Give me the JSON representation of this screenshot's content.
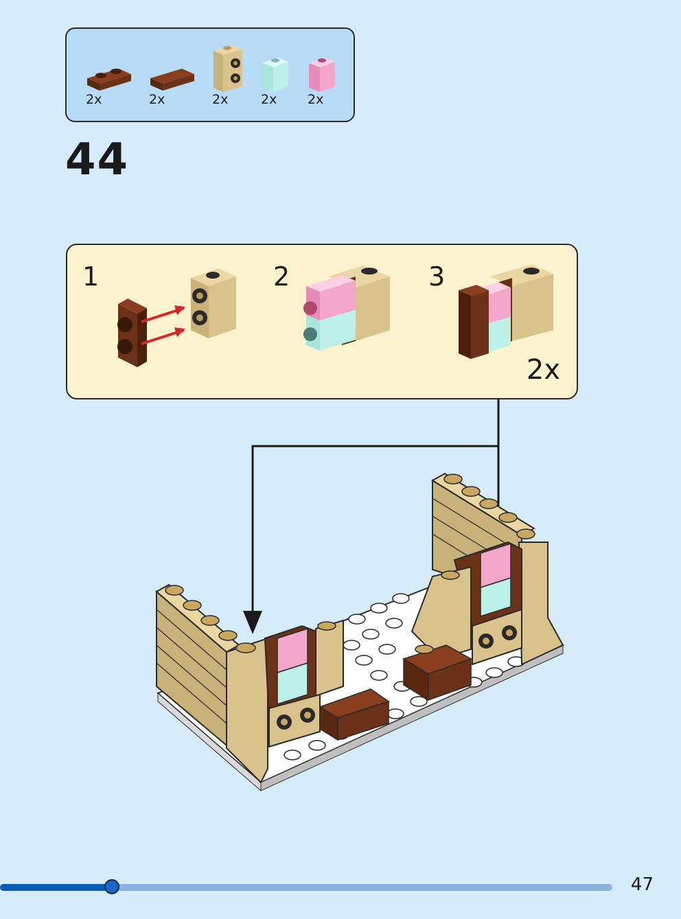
{
  "parts_list": [
    {
      "name": "brown-plate-1x2",
      "qty": "2x"
    },
    {
      "name": "brown-tile-1x2",
      "qty": "2x"
    },
    {
      "name": "tan-brick-1x1-studs-side",
      "qty": "2x"
    },
    {
      "name": "trans-light-blue-brick-1x1",
      "qty": "2x"
    },
    {
      "name": "trans-pink-brick-1x1",
      "qty": "2x"
    }
  ],
  "step": {
    "number": "44"
  },
  "substeps": {
    "items": [
      {
        "number": "1"
      },
      {
        "number": "2"
      },
      {
        "number": "3"
      }
    ],
    "multiplier": "2x"
  },
  "progress": {
    "fraction": 0.2
  },
  "page_number": "47",
  "colors": {
    "background": "#d6ecfb",
    "parts_box": "#b9dcf6",
    "substep_box": "#fdf4cf",
    "tan": "#d9c28b",
    "brown": "#6b3218",
    "trans_pink": "#f4a6cb",
    "trans_blue": "#bdf0e6",
    "progress_fill": "#0a5bb5",
    "progress_track": "#8cb2e0"
  }
}
